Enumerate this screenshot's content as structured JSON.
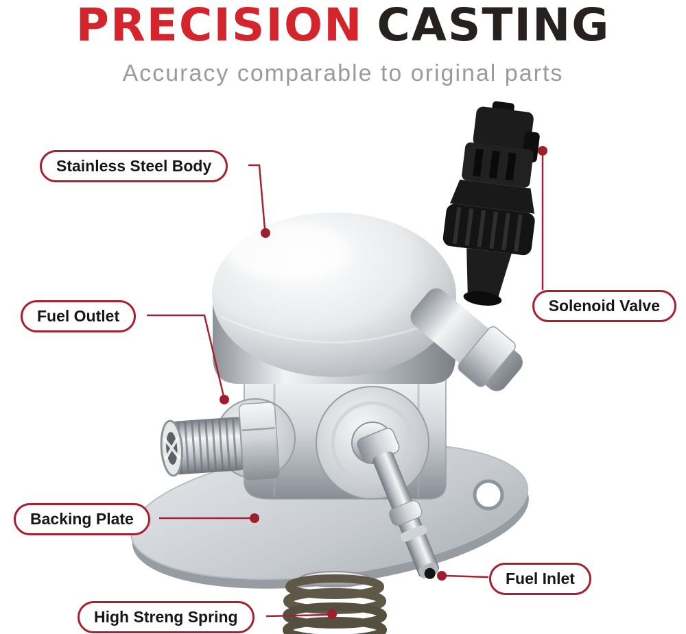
{
  "header": {
    "title_part1": "PRECISION",
    "title_part2": "CASTING",
    "subtitle": "Accuracy comparable to original parts"
  },
  "colors": {
    "title_red": "#d4252d",
    "title_black": "#26211f",
    "subtitle_gray": "#9b9b9b",
    "callout_red": "#a62233",
    "label_text": "#161616",
    "metal_light": "#f2f3f5",
    "metal_dark": "#878d93",
    "connector_black": "#1a1a1a",
    "spring_bronze": "#5f5848"
  },
  "labels": [
    {
      "id": "stainless-steel-body",
      "text": "Stainless Steel Body"
    },
    {
      "id": "fuel-outlet",
      "text": "Fuel Outlet"
    },
    {
      "id": "solenoid-valve",
      "text": "Solenoid Valve"
    },
    {
      "id": "backing-plate",
      "text": "Backing Plate"
    },
    {
      "id": "fuel-inlet",
      "text": "Fuel Inlet"
    },
    {
      "id": "high-streng-spring",
      "text": "High Streng Spring"
    }
  ]
}
